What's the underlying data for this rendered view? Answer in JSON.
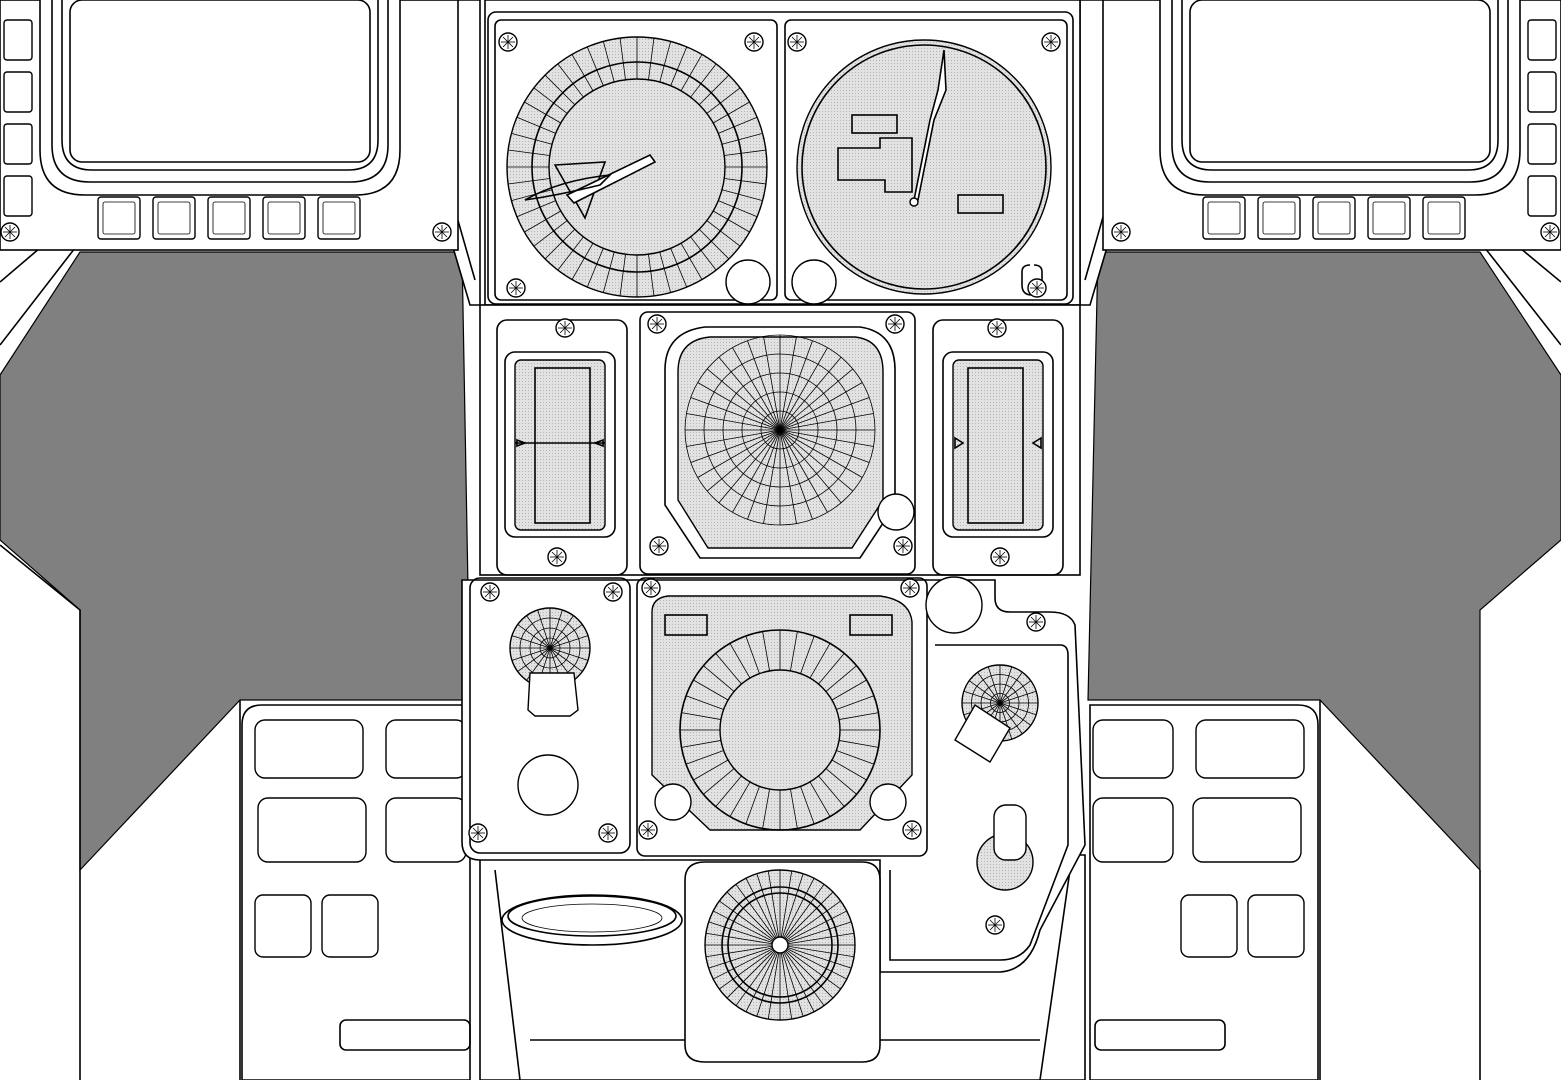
{
  "scene": {
    "colors": {
      "background": "#ffffff",
      "linework": "#000000",
      "side_console_shade": "#808080",
      "instrument_face": "#dcdcdc"
    },
    "left_mfd": {
      "bezel_buttons_bottom": 5,
      "bezel_buttons_side": 4
    },
    "right_mfd": {
      "bezel_buttons_bottom": 5,
      "bezel_buttons_side": 4
    },
    "instruments": [
      {
        "name": "attitude-gauge",
        "icon": "dial-gauge-icon"
      },
      {
        "name": "heading-gauge",
        "icon": "dial-gauge-icon"
      },
      {
        "name": "left-vertical-indicator",
        "icon": "tape-indicator-icon"
      },
      {
        "name": "center-radar-scope",
        "icon": "radar-scope-icon"
      },
      {
        "name": "right-vertical-indicator",
        "icon": "tape-indicator-icon"
      },
      {
        "name": "lower-center-dial",
        "icon": "dial-gauge-icon"
      },
      {
        "name": "trackball-control",
        "icon": "trackball-icon"
      }
    ]
  }
}
